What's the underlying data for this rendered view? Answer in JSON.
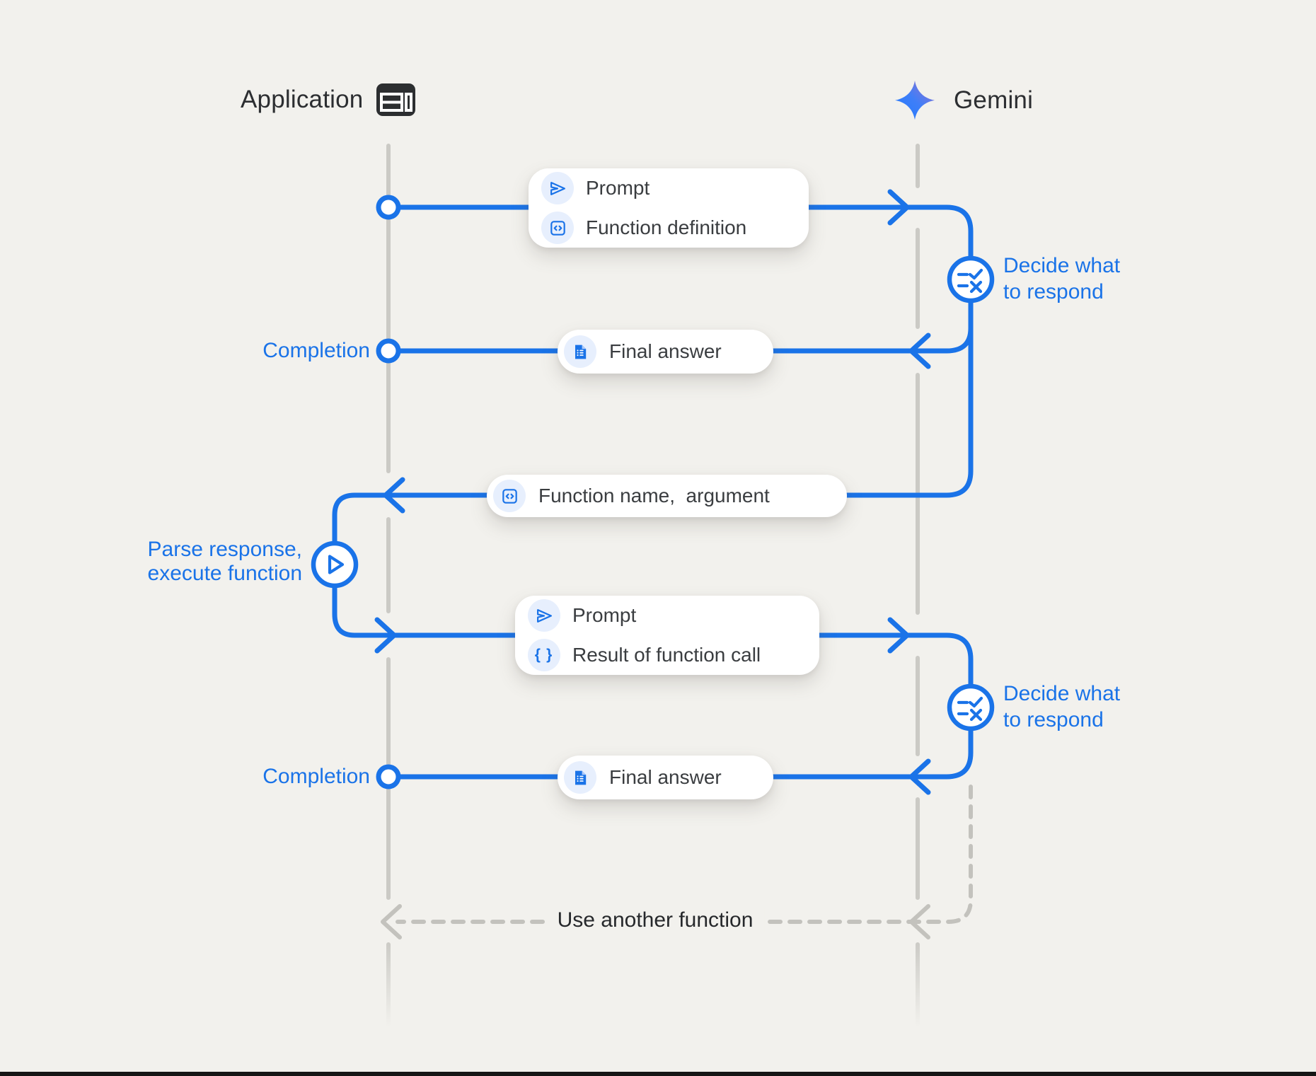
{
  "colors": {
    "background": "#f2f1ed",
    "accent_blue": "#1a73e8",
    "chip_blue": "#e7effd",
    "text_dark": "#3a3d40",
    "lifeline_gray": "#cbcac5",
    "dashed_gray": "#c3c2bd",
    "gemini_star_blue": "#217bfe",
    "gemini_star_purple": "#9b72cb",
    "bottom_bar": "#161616"
  },
  "actors": {
    "application": "Application",
    "gemini": "Gemini"
  },
  "flow": {
    "msg1": {
      "rows": [
        {
          "icon": "send-icon",
          "label": "Prompt"
        },
        {
          "icon": "code-box-icon",
          "label": "Function definition"
        }
      ]
    },
    "decide1": {
      "line1": "Decide what",
      "line2": "to respond"
    },
    "completion1": "Completion",
    "final1": {
      "icon": "document-icon",
      "label": "Final answer"
    },
    "fn_call": {
      "icon": "code-box-icon",
      "label": "Function name,  argument"
    },
    "parse": {
      "line1": "Parse response,",
      "line2": "execute function"
    },
    "msg2": {
      "rows": [
        {
          "icon": "send-icon",
          "label": "Prompt"
        },
        {
          "icon": "braces-icon",
          "label": "Result of function call"
        }
      ]
    },
    "decide2": {
      "line1": "Decide what",
      "line2": "to respond"
    },
    "completion2": "Completion",
    "final2": {
      "icon": "document-icon",
      "label": "Final answer"
    },
    "loop": "Use another function"
  }
}
